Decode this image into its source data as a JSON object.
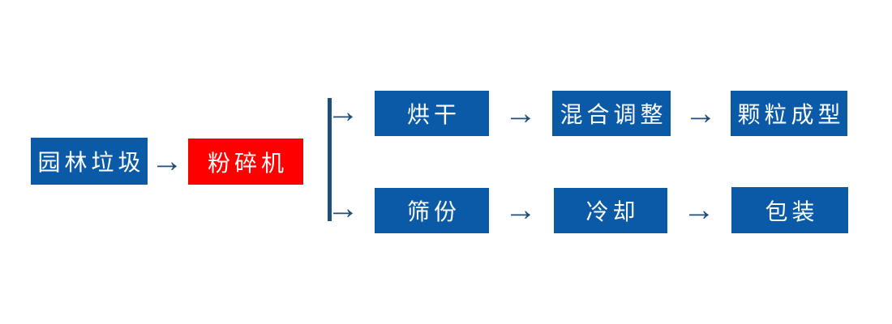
{
  "flowchart": {
    "title": "garden-waste pellet production process flow",
    "colors": {
      "background": "#ffffff",
      "box_blue": "#0b5aa8",
      "box_red": "#ff0000",
      "connector_navy": "#1f4e79",
      "label_text": "#ffffff"
    },
    "arrow_glyph": "→",
    "nodes": {
      "source": "园林垃圾",
      "crusher": "粉碎机",
      "branch_top": [
        "烘干",
        "混合调整",
        "颗粒成型"
      ],
      "branch_bottom": [
        "筛份",
        "冷却",
        "包装"
      ]
    }
  }
}
